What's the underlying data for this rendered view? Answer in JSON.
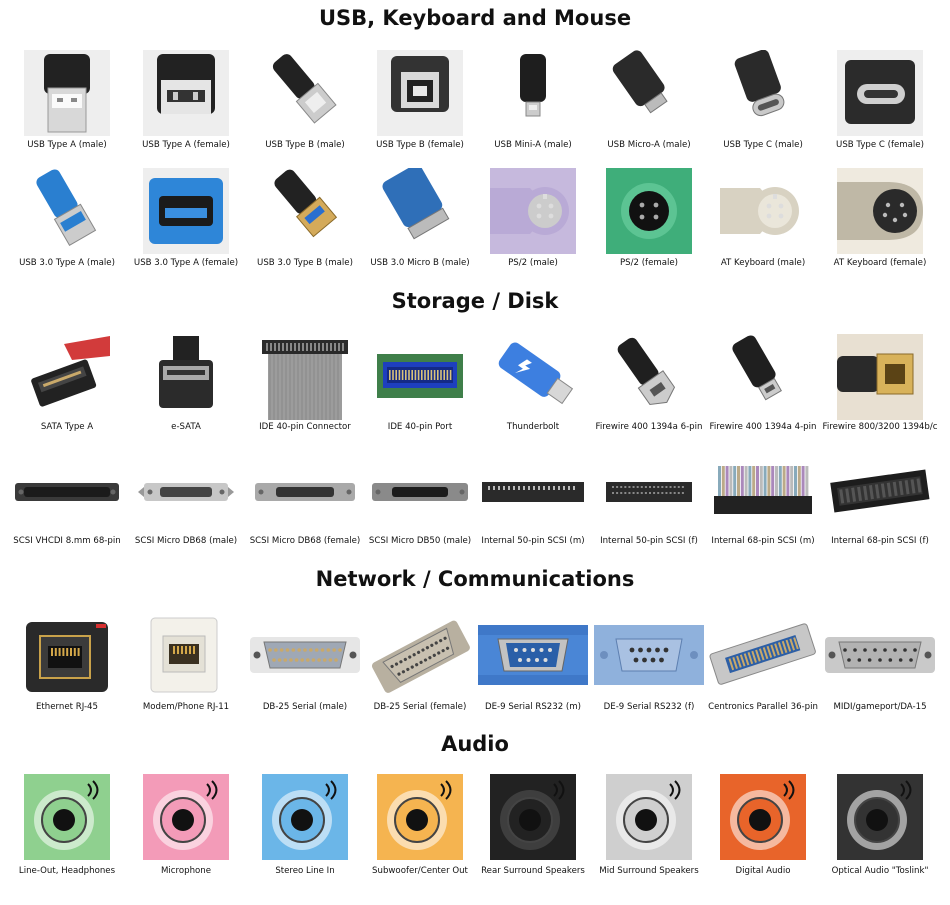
{
  "sections": [
    {
      "title": "USB, Keyboard and Mouse"
    },
    {
      "title": "Storage / Disk"
    },
    {
      "title": "Network / Communications"
    },
    {
      "title": "Audio"
    }
  ],
  "rows": [
    {
      "items": [
        {
          "caption": "USB Type A (male)",
          "icon": "usb-a-male-icon"
        },
        {
          "caption": "USB Type A (female)",
          "icon": "usb-a-female-icon"
        },
        {
          "caption": "USB Type B (male)",
          "icon": "usb-b-male-icon"
        },
        {
          "caption": "USB Type B (female)",
          "icon": "usb-b-female-icon"
        },
        {
          "caption": "USB Mini-A (male)",
          "icon": "usb-mini-a-icon"
        },
        {
          "caption": "USB Micro-A (male)",
          "icon": "usb-micro-a-icon"
        },
        {
          "caption": "USB Type C (male)",
          "icon": "usb-c-male-icon"
        },
        {
          "caption": "USB Type C (female)",
          "icon": "usb-c-female-icon"
        }
      ]
    },
    {
      "items": [
        {
          "caption": "USB 3.0 Type A (male)",
          "icon": "usb3-a-male-icon"
        },
        {
          "caption": "USB 3.0 Type A (female)",
          "icon": "usb3-a-female-icon"
        },
        {
          "caption": "USB 3.0 Type B (male)",
          "icon": "usb3-b-male-icon"
        },
        {
          "caption": "USB 3.0 Micro B (male)",
          "icon": "usb3-micro-b-icon"
        },
        {
          "caption": "PS/2 (male)",
          "icon": "ps2-male-icon"
        },
        {
          "caption": "PS/2 (female)",
          "icon": "ps2-female-icon"
        },
        {
          "caption": "AT  Keyboard (male)",
          "icon": "at-keyboard-male-icon"
        },
        {
          "caption": "AT Keyboard (female)",
          "icon": "at-keyboard-female-icon"
        }
      ]
    },
    {
      "items": [
        {
          "caption": "SATA Type A",
          "icon": "sata-icon"
        },
        {
          "caption": "e-SATA",
          "icon": "esata-icon"
        },
        {
          "caption": "IDE 40-pin Connector",
          "icon": "ide-connector-icon"
        },
        {
          "caption": "IDE 40-pin Port",
          "icon": "ide-port-icon"
        },
        {
          "caption": "Thunderbolt",
          "icon": "thunderbolt-icon"
        },
        {
          "caption": "Firewire 400 1394a 6-pin",
          "icon": "firewire-6pin-icon"
        },
        {
          "caption": "Firewire 400 1394a 4-pin",
          "icon": "firewire-4pin-icon"
        },
        {
          "caption": "Firewire 800/3200 1394b/c",
          "icon": "firewire-800-icon"
        }
      ]
    },
    {
      "items": [
        {
          "caption": "SCSI VHCDI 8.mm 68-pin",
          "icon": "scsi-vhdci-icon"
        },
        {
          "caption": "SCSI Micro DB68 (male)",
          "icon": "scsi-db68-male-icon"
        },
        {
          "caption": "SCSI Micro DB68 (female)",
          "icon": "scsi-db68-female-icon"
        },
        {
          "caption": "SCSI Micro DB50 (male)",
          "icon": "scsi-db50-male-icon"
        },
        {
          "caption": "Internal 50-pin SCSI (m)",
          "icon": "scsi-50-m-icon"
        },
        {
          "caption": "Internal 50-pin SCSI (f)",
          "icon": "scsi-50-f-icon"
        },
        {
          "caption": "Internal 68-pin SCSI (m)",
          "icon": "scsi-68-m-icon"
        },
        {
          "caption": "Internal 68-pin SCSI (f)",
          "icon": "scsi-68-f-icon"
        }
      ]
    },
    {
      "items": [
        {
          "caption": "Ethernet RJ-45",
          "icon": "ethernet-rj45-icon"
        },
        {
          "caption": "Modem/Phone RJ-11",
          "icon": "phone-rj11-icon"
        },
        {
          "caption": "DB-25 Serial (male)",
          "icon": "db25-male-icon"
        },
        {
          "caption": "DB-25 Serial (female)",
          "icon": "db25-female-icon"
        },
        {
          "caption": "DE-9 Serial RS232 (m)",
          "icon": "de9-male-icon"
        },
        {
          "caption": "DE-9 Serial RS232 (f)",
          "icon": "de9-female-icon"
        },
        {
          "caption": "Centronics Parallel 36-pin",
          "icon": "centronics-icon"
        },
        {
          "caption": "MIDI/gameport/DA-15",
          "icon": "da15-icon"
        }
      ]
    },
    {
      "items": [
        {
          "caption": "Line-Out, Headphones",
          "icon": "line-out-jack-icon",
          "color": "#8fd08f"
        },
        {
          "caption": "Microphone",
          "icon": "microphone-jack-icon",
          "color": "#f39bb8"
        },
        {
          "caption": "Stereo Line In",
          "icon": "line-in-jack-icon",
          "color": "#6bb6e8"
        },
        {
          "caption": "Subwoofer/Center Out",
          "icon": "subwoofer-jack-icon",
          "color": "#f5b450"
        },
        {
          "caption": "Rear Surround Speakers",
          "icon": "rear-surround-jack-icon",
          "color": "#222222"
        },
        {
          "caption": "Mid Surround Speakers",
          "icon": "mid-surround-jack-icon",
          "color": "#cfcfcf"
        },
        {
          "caption": "Digital Audio",
          "icon": "digital-audio-rca-icon",
          "color": "#e8642a"
        },
        {
          "caption": "Optical Audio \"Toslink\"",
          "icon": "toslink-icon",
          "color": "#333333"
        }
      ]
    }
  ]
}
